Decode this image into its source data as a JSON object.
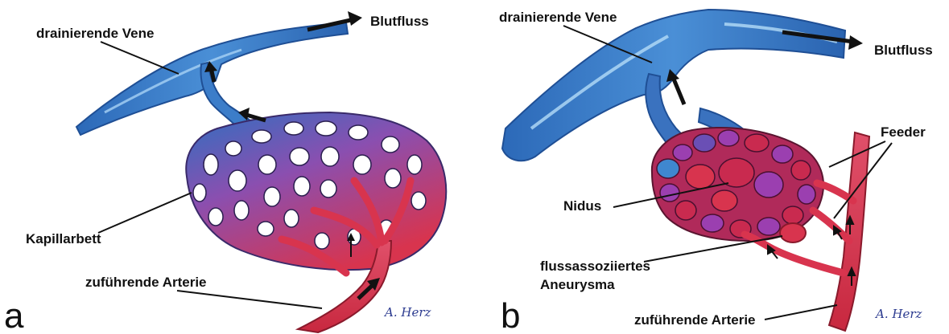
{
  "panels": [
    {
      "letter": "a",
      "labels": {
        "vein": "drainierende Vene",
        "flow": "Blutfluss",
        "capillary": "Kapillarbett",
        "artery": "zuführende Arterie"
      },
      "signature": "A. Herz"
    },
    {
      "letter": "b",
      "labels": {
        "vein": "drainierende Vene",
        "flow": "Blutfluss",
        "feeder": "Feeder",
        "nidus": "Nidus",
        "aneurysm_line1": "flussassoziiertes",
        "aneurysm_line2": "Aneurysma",
        "artery": "zuführende Arterie"
      },
      "signature": "A. Herz"
    }
  ],
  "colors": {
    "vein": "#2f6fc0",
    "vein_light": "#7fb6e8",
    "artery": "#d8344e",
    "artery_light": "#f07f93",
    "mixed": "#8a4fb0",
    "nidus_red": "#c92a4f",
    "nidus_purple": "#9b3fb0"
  }
}
